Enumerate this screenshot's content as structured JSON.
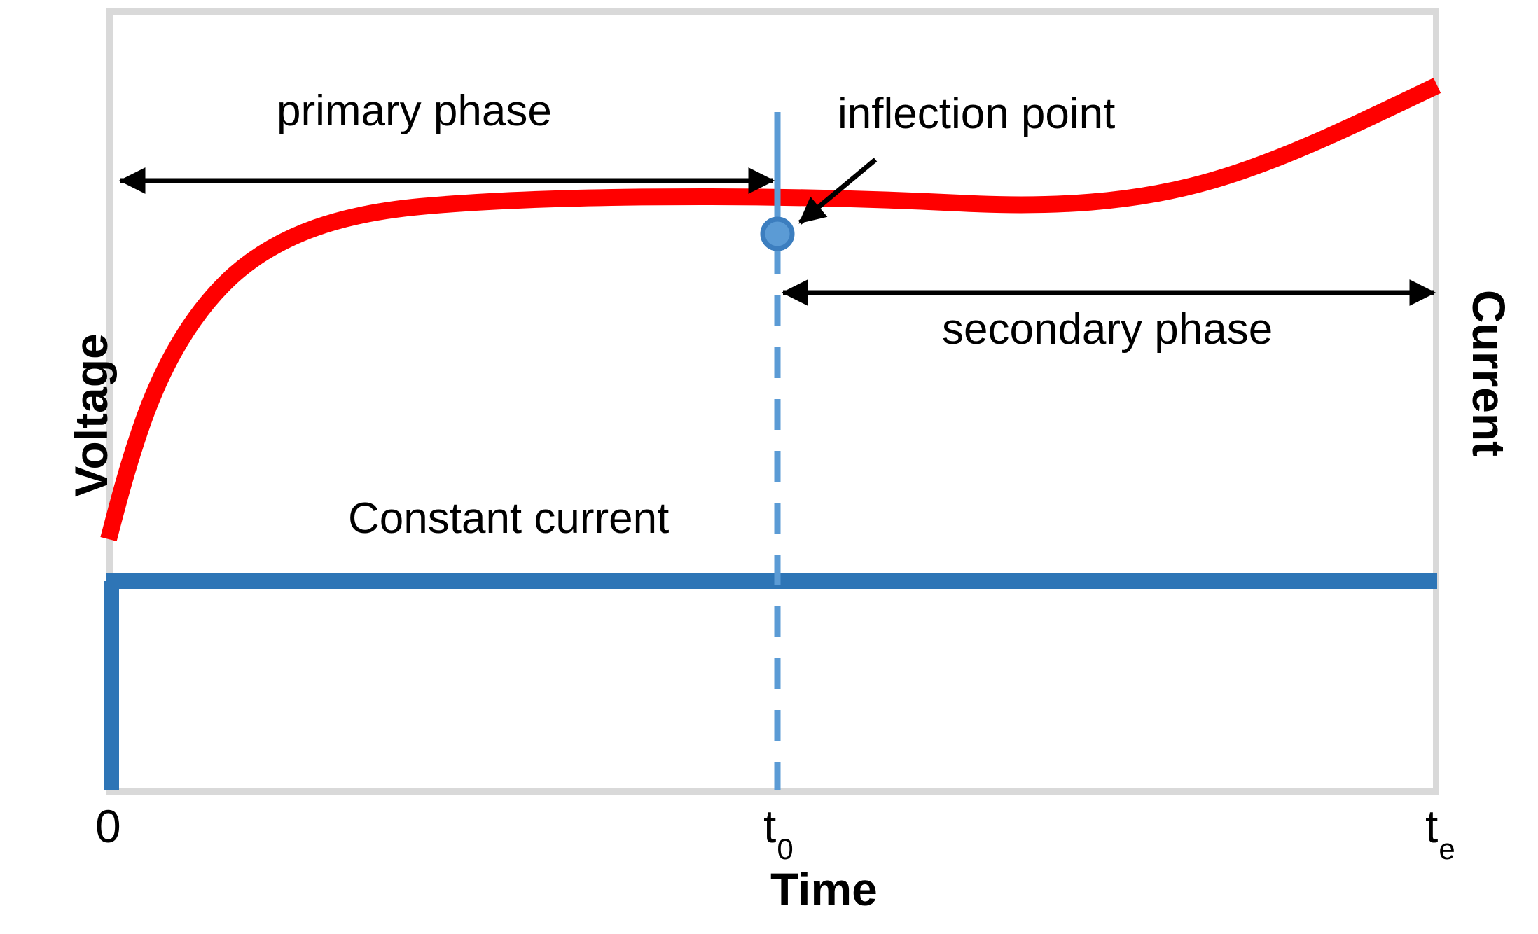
{
  "figure": {
    "kind": "annotated-schematic-plot",
    "background": "#ffffff",
    "frame_color": "#d9d9d9"
  },
  "axes": {
    "x_label": "Time",
    "y_left_label": "Voltage",
    "y_right_label": "Current",
    "x_ticks": [
      {
        "base": "0",
        "sub": ""
      },
      {
        "base": "t",
        "sub": "0"
      },
      {
        "base": "t",
        "sub": "e"
      }
    ]
  },
  "annotations": {
    "primary_phase": "primary phase",
    "secondary_phase": "secondary phase",
    "inflection_point": "inflection point",
    "constant_current": "Constant current"
  },
  "colors": {
    "voltage_curve": "#FF0000",
    "current_line": "#2E75B6",
    "marker_fill": "#5B9BD5",
    "marker_stroke": "#2E75B6",
    "divider_line": "#5B9BD5",
    "arrow": "#000000",
    "frame": "#d9d9d9"
  },
  "chart_data": {
    "type": "line",
    "title": "",
    "xlabel": "Time",
    "ylabel": "Voltage",
    "y2label": "Current",
    "xlim": [
      0,
      1
    ],
    "ylim": [
      0,
      1
    ],
    "grid": false,
    "legend": "none",
    "x_tick_values": [
      0,
      0.5,
      1
    ],
    "x_tick_labels": [
      "0",
      "t0",
      "te"
    ],
    "series": [
      {
        "name": "Voltage",
        "color": "#FF0000",
        "width": 22,
        "style": "solid",
        "comment": "rises steeply then plateaus through t0, then rises again toward te",
        "x": [
          0.0,
          0.01,
          0.025,
          0.045,
          0.07,
          0.1,
          0.14,
          0.19,
          0.25,
          0.32,
          0.4,
          0.5,
          0.6,
          0.68,
          0.76,
          0.83,
          0.89,
          0.94,
          0.975,
          1.0
        ],
        "y": [
          0.325,
          0.38,
          0.44,
          0.495,
          0.545,
          0.59,
          0.635,
          0.678,
          0.712,
          0.737,
          0.752,
          0.76,
          0.764,
          0.772,
          0.79,
          0.82,
          0.862,
          0.91,
          0.952,
          0.984
        ]
      },
      {
        "name": "Current",
        "color": "#2E75B6",
        "width": 22,
        "style": "solid",
        "comment": "constant current, steps up at t=0 and stays flat to te",
        "x": [
          0.0,
          0.0,
          1.0
        ],
        "y": [
          0.0,
          0.272,
          0.272
        ]
      }
    ],
    "markers": [
      {
        "name": "inflection point",
        "x": 0.503,
        "y": 0.76,
        "fill": "#5B9BD5",
        "stroke": "#2E75B6",
        "radius": 16
      }
    ],
    "vlines": [
      {
        "name": "t0 divider",
        "x": 0.503,
        "color": "#5B9BD5",
        "style_above_marker": "solid",
        "style_below_marker": "dashed"
      }
    ],
    "annotations": [
      {
        "text": "primary phase",
        "type": "double-arrow-span",
        "x_from": 0.0,
        "x_to": 0.503,
        "y": 0.845
      },
      {
        "text": "secondary phase",
        "type": "double-arrow-span",
        "x_from": 0.503,
        "x_to": 1.0,
        "y": 0.635
      },
      {
        "text": "inflection point",
        "type": "callout-arrow",
        "points_to_x": 0.503,
        "points_to_y": 0.76
      },
      {
        "text": "Constant current",
        "type": "text",
        "x": 0.33,
        "y": 0.39
      }
    ]
  }
}
